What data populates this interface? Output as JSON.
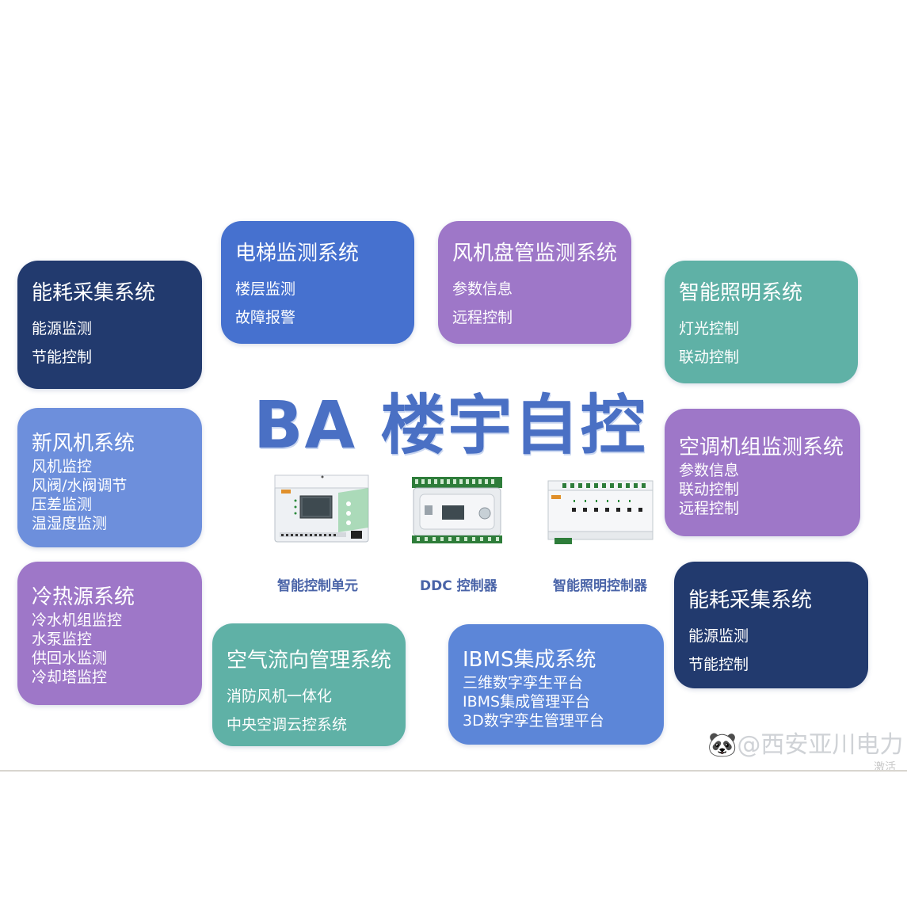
{
  "main_title": "BA 楼宇自控",
  "cards": {
    "energy_left": {
      "title": "能耗采集系统",
      "items": [
        "能源监测",
        "节能控制"
      ]
    },
    "elevator": {
      "title": "电梯监测系统",
      "items": [
        "楼层监测",
        "故障报警"
      ]
    },
    "fan_coil": {
      "title": "风机盘管监测系统",
      "items": [
        "参数信息",
        "远程控制"
      ]
    },
    "lighting": {
      "title": "智能照明系统",
      "items": [
        "灯光控制",
        "联动控制"
      ]
    },
    "fresh_air": {
      "title": "新风机系统",
      "items": [
        "风机监控",
        "风阀/水阀调节",
        "压差监测",
        "温湿度监测"
      ]
    },
    "ac_unit": {
      "title": "空调机组监测系统",
      "items": [
        "参数信息",
        "联动控制",
        "远程控制"
      ]
    },
    "cold_heat": {
      "title": "冷热源系统",
      "items": [
        "冷水机组监控",
        "水泵监控",
        "供回水监测",
        "冷却塔监控"
      ]
    },
    "airflow": {
      "title": "空气流向管理系统",
      "items": [
        "消防风机一体化",
        "中央空调云控系统"
      ]
    },
    "ibms": {
      "title": "IBMS集成系统",
      "items": [
        "三维数字孪生平台",
        "IBMS集成管理平台",
        "3D数字孪生管理平台"
      ]
    },
    "energy_right": {
      "title": "能耗采集系统",
      "items": [
        "能源监测",
        "节能控制"
      ]
    }
  },
  "devices": {
    "smart_unit": "智能控制单元",
    "ddc": "DDC 控制器",
    "lighting_ctrl": "智能照明控制器"
  },
  "watermark": "🐼@西安亚川电力",
  "activate": "激活"
}
